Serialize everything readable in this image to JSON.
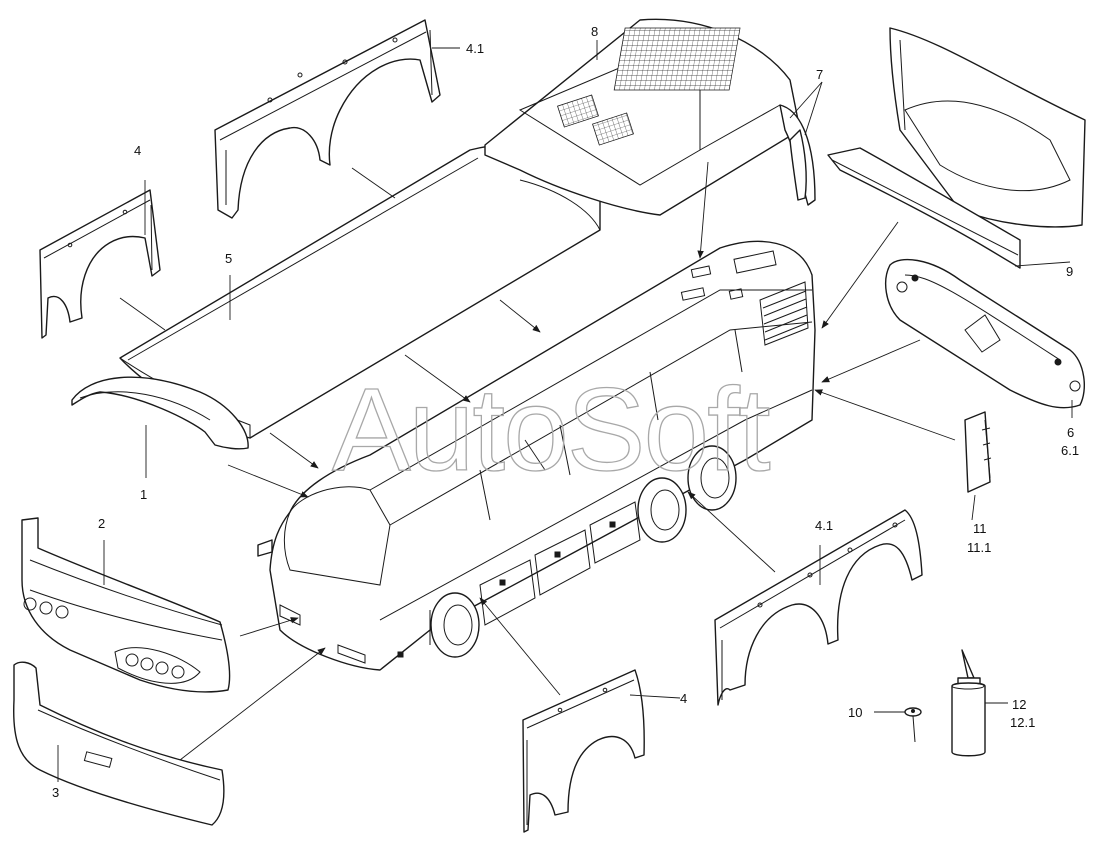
{
  "diagram": {
    "watermark": "AutoSoft",
    "callouts": {
      "p1": "1",
      "p2": "2",
      "p3": "3",
      "p4_top": "4",
      "p4_bottom": "4",
      "p41_top": "4.1",
      "p41_bottom": "4.1",
      "p5": "5",
      "p6": "6",
      "p61": "6.1",
      "p7": "7",
      "p8": "8",
      "p9": "9",
      "p10": "10",
      "p11": "11",
      "p111": "11.1",
      "p12": "12",
      "p121": "12.1"
    }
  }
}
